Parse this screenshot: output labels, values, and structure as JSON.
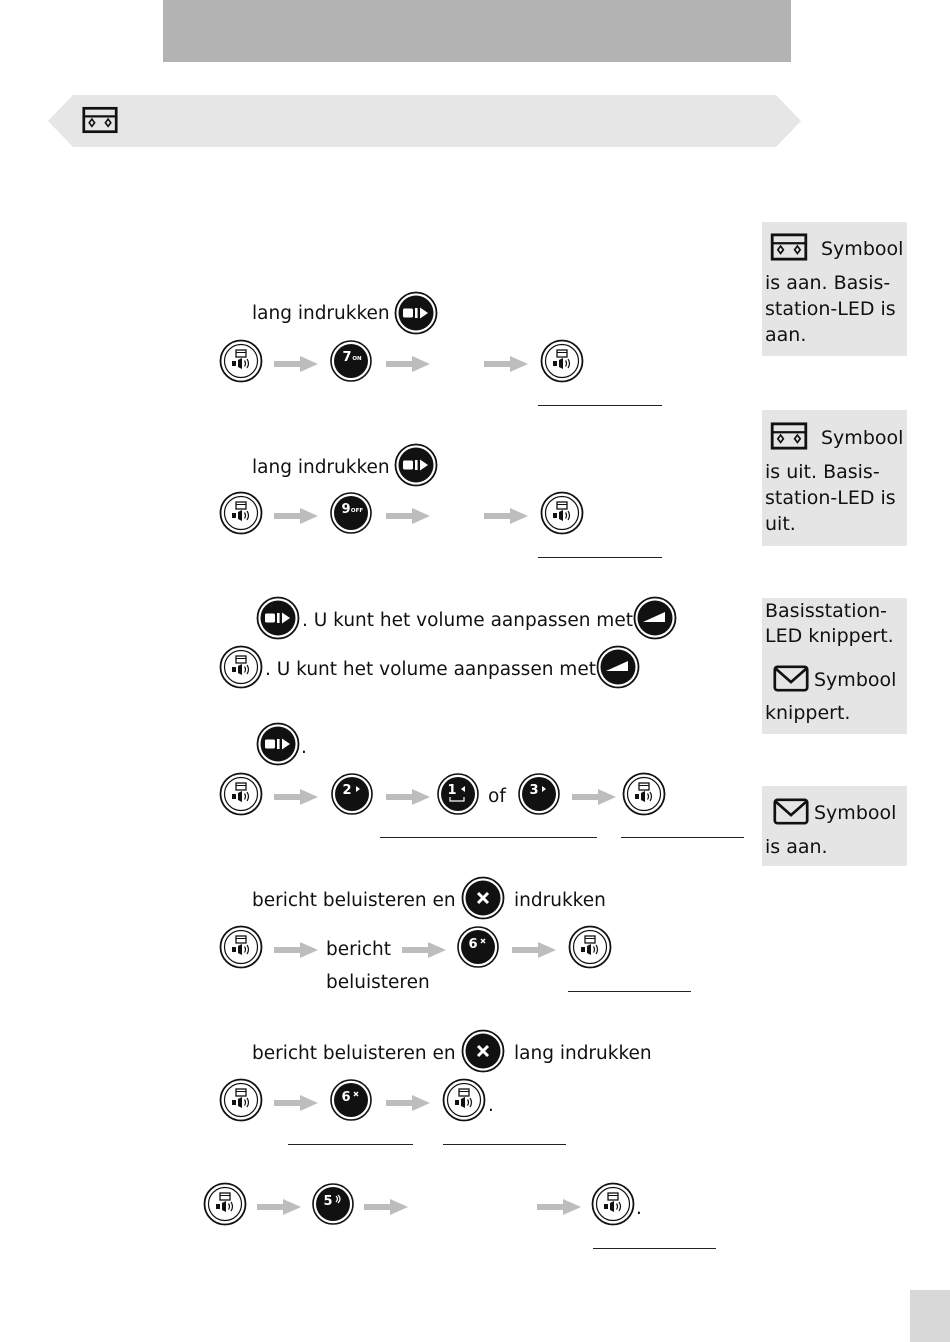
{
  "sidebar": {
    "box1": {
      "symbool": "Symbool",
      "rest_lines": [
        "is aan. Basis-",
        "station-LED is",
        "aan."
      ]
    },
    "box2": {
      "symbool": "Symbool",
      "rest_lines": [
        "is uit. Basis-",
        "station-LED is",
        "uit."
      ]
    },
    "box3": {
      "line1": "Basisstation-",
      "line2": "LED knippert.",
      "symbool": "Symbool",
      "line4": "knippert."
    },
    "box4": {
      "symbool": "Symbool",
      "line2": "is aan."
    }
  },
  "steps": {
    "s1_text": "lang indrukken",
    "s2_text": "lang indrukken",
    "s3_text_a": ". U kunt het volume aanpassen met",
    "s3_text_b": ". U kunt het volume aanpassen met",
    "s3_text_c": ".",
    "s4_of": "of",
    "s5_text_a": "bericht beluisteren en",
    "s5_text_b": "indrukken",
    "s5_bericht": "bericht",
    "s5_beluisteren": "beluisteren",
    "s6_text_a": "bericht beluisteren en",
    "s6_text_b": "lang indrukken",
    "s6_period": ".",
    "s7_period": "."
  },
  "keys": {
    "k7": "7",
    "k7_sub": "ON",
    "k9": "9",
    "k9_sub": "OFF",
    "k2": "2",
    "k1": "1",
    "k3": "3",
    "k6": "6",
    "k6b": "6",
    "k5": "5"
  },
  "icons": {
    "banner": "answering-machine-icon",
    "answer_key": "answering-machine-speaker-key-icon",
    "play_key": "play-stop-key-icon",
    "volume_key": "volume-key-icon",
    "delete_key": "delete-x-key-icon",
    "arrow": "right-arrow-icon",
    "envelope": "envelope-icon"
  },
  "colors": {
    "topbar": "#b3b3b3",
    "banner": "#e6e6e6",
    "sidebox": "#e5e5e5",
    "arrow": "#bdbdbd",
    "key_dark": "#111111"
  }
}
